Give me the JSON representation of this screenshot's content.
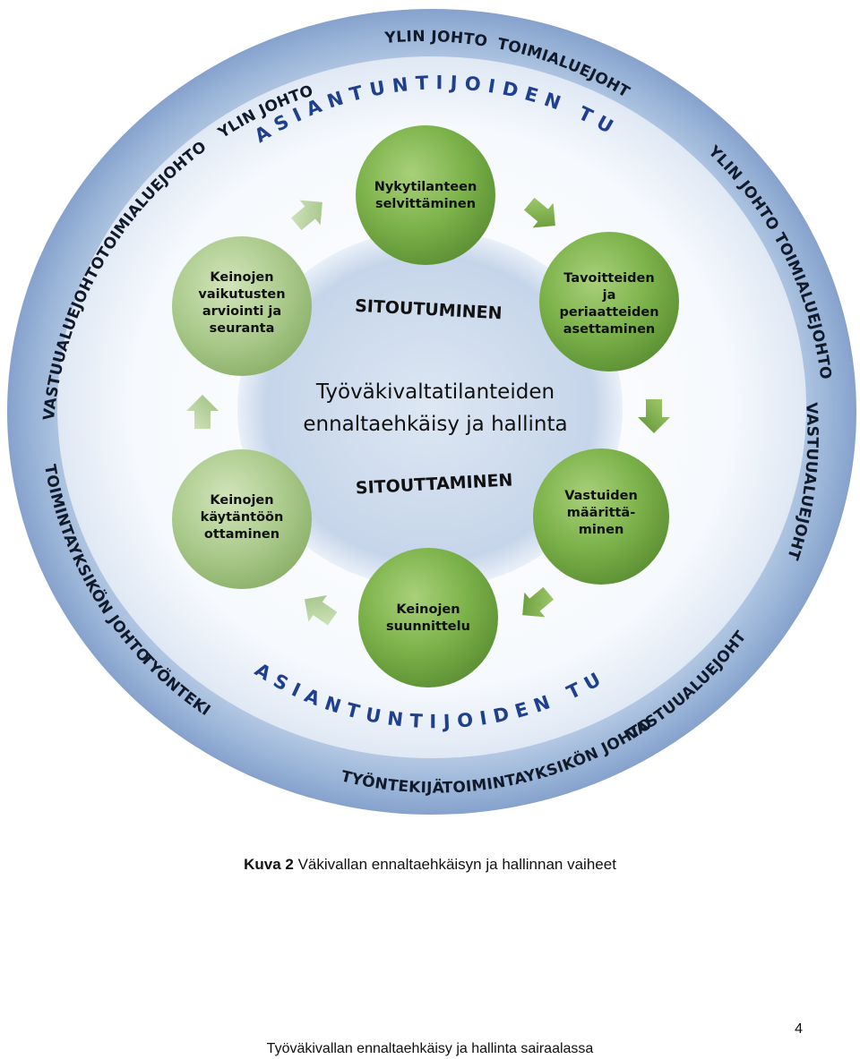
{
  "diagram": {
    "center_title_line1": "Työväkivaltatilanteiden",
    "center_title_line2": "ennaltaehkäisy ja hallinta",
    "commitment_top": "SITOUTUMINEN",
    "commitment_bottom": "SITOUTTAMINEN",
    "expert_support": "ASIANTUNTIJOIDEN TUKI",
    "ring_labels": [
      "YLIN JOHTO",
      "TOIMIALUEJOHTO",
      "YLIN JOHTO",
      "TOIMIALUEJOHTO",
      "VASTUUALUEJOHTO",
      "TOIMIALUEJOHTO",
      "YLIN JOHTO",
      "TOIMINTAYKSIKÖN JOHTO",
      "TYÖNTEKIJÄ",
      "TYÖNTEKIJÄ",
      "TOIMINTAYKSIKÖN JOHTO",
      "VASTUUALUEJOHTO"
    ],
    "steps": [
      {
        "lines": [
          "Nykytilanteen",
          "selvittäminen"
        ]
      },
      {
        "lines": [
          "Tavoitteiden",
          "ja",
          "periaatteiden",
          "asettaminen"
        ]
      },
      {
        "lines": [
          "Vastuiden",
          "määrittä-",
          "minen"
        ]
      },
      {
        "lines": [
          "Keinojen",
          "suunnittelu"
        ]
      },
      {
        "lines": [
          "Keinojen",
          "käytäntöön",
          "ottaminen"
        ]
      },
      {
        "lines": [
          "Keinojen",
          "vaikutusten",
          "arviointi ja",
          "seuranta"
        ]
      }
    ],
    "colors": {
      "outer_ring": "#9fb8d9",
      "inner_disc": "#c9d7ea",
      "node_green": "#7ab04a",
      "arrow_green": "#7fb24c",
      "tuki_blue": "#1f3f8f"
    }
  },
  "caption": {
    "label": "Kuva 2",
    "text": "Väkivallan ennaltaehkäisyn ja hallinnan vaiheet"
  },
  "page_number": "4",
  "footer": "Työväkivallan ennaltaehkäisy ja hallinta sairaalassa"
}
